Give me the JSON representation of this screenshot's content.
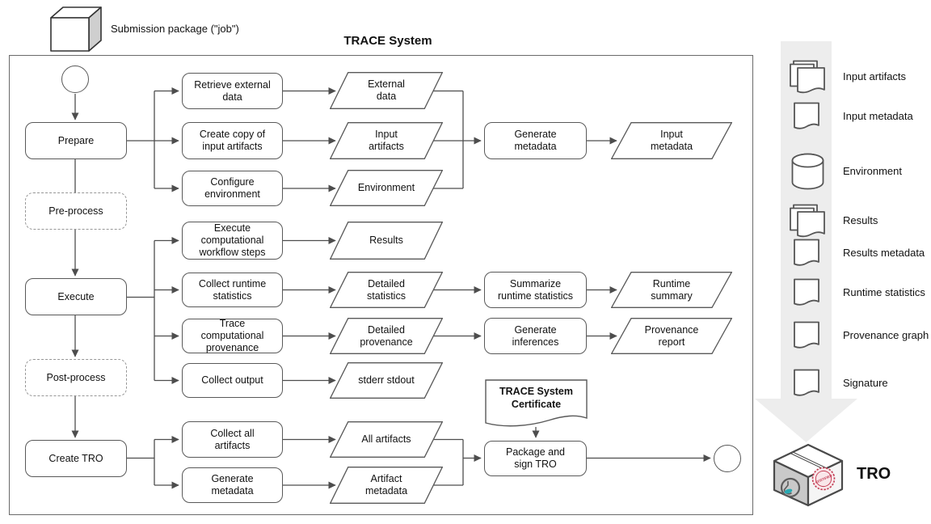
{
  "title": "TRACE System",
  "submission_package_label": "Submission package (\"job\")",
  "phases": {
    "prepare": "Prepare",
    "preprocess": "Pre-process",
    "execute": "Execute",
    "postprocess": "Post-process",
    "create_tro": "Create TRO"
  },
  "steps": {
    "retrieve_external_data": "Retrieve external\ndata",
    "create_copy_input_artifacts": "Create copy of\ninput artifacts",
    "configure_environment": "Configure\nenvironment",
    "execute_workflow_steps": "Execute\ncomputational\nworkflow steps",
    "collect_runtime_statistics": "Collect runtime\nstatistics",
    "trace_computational_provenance": "Trace\ncomputational\nprovenance",
    "collect_output": "Collect output",
    "collect_all_artifacts": "Collect all\nartifacts",
    "generate_metadata_tro": "Generate\nmetadata",
    "generate_metadata": "Generate\nmetadata",
    "summarize_runtime_statistics": "Summarize\nruntime statistics",
    "generate_inferences": "Generate\ninferences",
    "package_and_sign_tro": "Package and\nsign TRO"
  },
  "artifacts": {
    "external_data": "External\ndata",
    "input_artifacts": "Input\nartifacts",
    "environment": "Environment",
    "results": "Results",
    "detailed_statistics": "Detailed\nstatistics",
    "detailed_provenance": "Detailed\nprovenance",
    "stderr_stdout": "stderr stdout",
    "all_artifacts": "All artifacts",
    "artifact_metadata": "Artifact\nmetadata",
    "input_metadata": "Input\nmetadata",
    "runtime_summary": "Runtime\nsummary",
    "provenance_report": "Provenance\nreport"
  },
  "certificate_label": "TRACE System\nCertificate",
  "legend": {
    "items": [
      {
        "icon": "stacked-pages-icon",
        "label": "Input artifacts"
      },
      {
        "icon": "page-icon",
        "label": "Input metadata"
      },
      {
        "icon": "cylinder-icon",
        "label": "Environment"
      },
      {
        "icon": "stacked-pages-icon",
        "label": "Results"
      },
      {
        "icon": "page-icon",
        "label": "Results metadata"
      },
      {
        "icon": "page-icon",
        "label": "Runtime statistics"
      },
      {
        "icon": "page-icon",
        "label": "Provenance graph"
      },
      {
        "icon": "page-icon",
        "label": "Signature"
      }
    ]
  },
  "tro": {
    "label": "TRO",
    "stamp_text": "CERTIFIED"
  },
  "colors": {
    "line": "#4d4d4d",
    "band": "#ededed",
    "stamp_red": "#c23b52",
    "teal": "#27a9b2"
  }
}
